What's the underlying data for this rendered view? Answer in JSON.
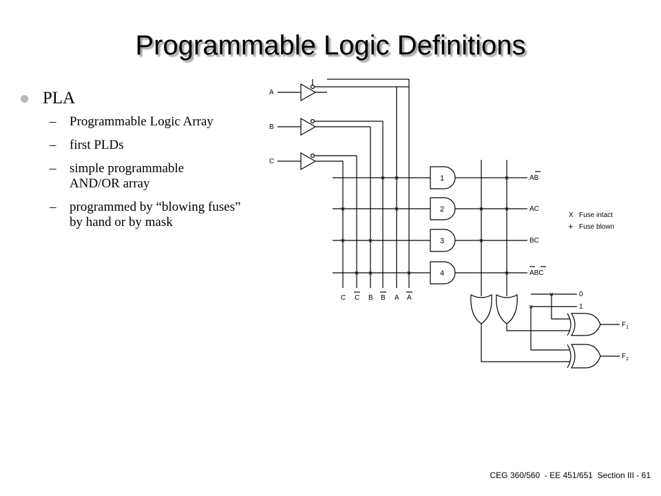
{
  "slide": {
    "title": "Programmable Logic Definitions",
    "bullet": "PLA",
    "sub_items": [
      "Programmable Logic Array",
      "first PLDs",
      "simple programmable AND/OR array",
      "programmed by “blowing fuses” by hand or by mask"
    ],
    "footer": "CEG 360/560  - EE 451/651  Section III - 61"
  },
  "diagram": {
    "inputs": [
      "A",
      "B",
      "C"
    ],
    "column_labels": [
      "C",
      "C",
      "B",
      "B",
      "A",
      "A"
    ],
    "and_gate_numbers": [
      "1",
      "2",
      "3",
      "4"
    ],
    "legend": {
      "intact_symbol": "X",
      "intact_text": "Fuse intact",
      "blown_symbol": "+",
      "blown_text": "Fuse blown"
    },
    "xor_control_labels": [
      "0",
      "1"
    ],
    "outputs": [
      "F",
      "F"
    ],
    "output_subscripts": [
      "1",
      "2"
    ]
  }
}
